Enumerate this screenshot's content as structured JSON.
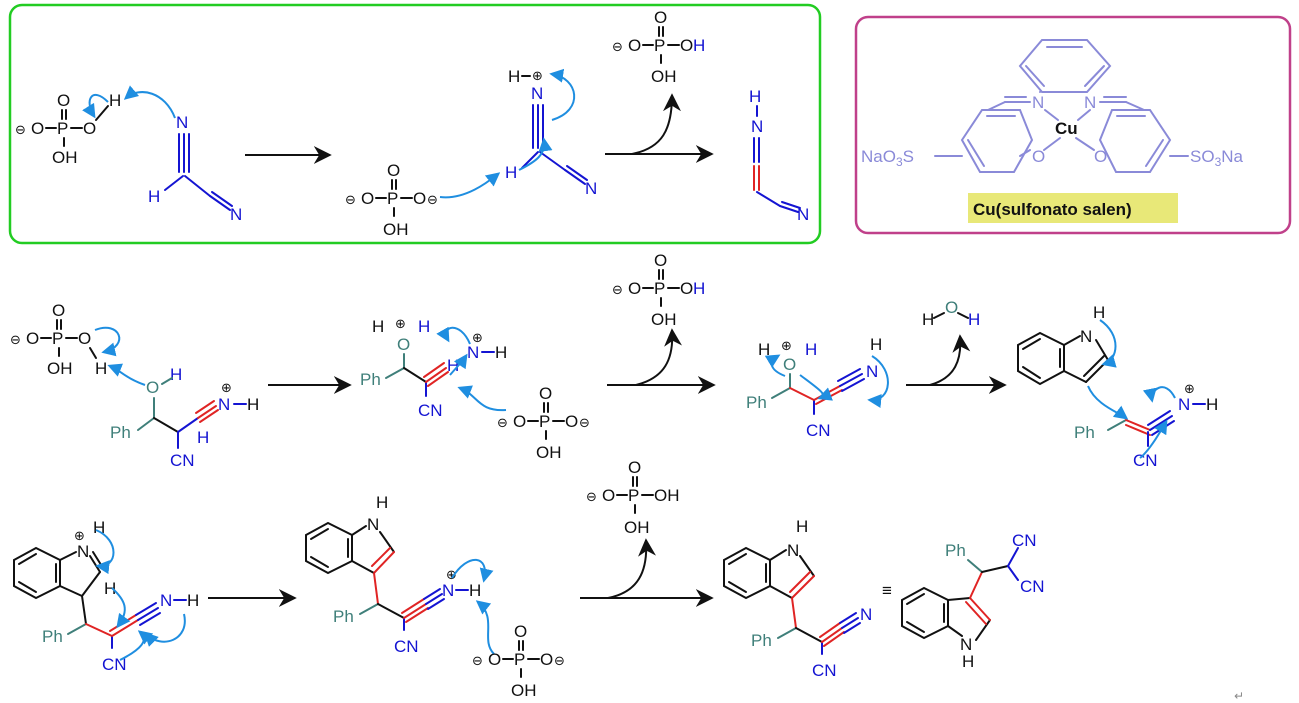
{
  "reagents": {
    "phosphate_minus": "O–P–OH",
    "O": "O",
    "OH": "OH",
    "P": "P",
    "H": "H",
    "N": "N",
    "CN": "CN",
    "Ph": "Ph",
    "water_H": "H",
    "water_O": "O"
  },
  "catalyst": {
    "label": "Cu(sulfonato salen)",
    "metal": "Cu",
    "left_group": "NaO3S",
    "right_group": "SO3Na"
  },
  "colors": {
    "green_box": "#22cc22",
    "magenta_box": "#c0408a",
    "label_bg": "#e8e878",
    "arrow_blue": "#1f8ee0",
    "bond_red": "#e02424",
    "text_blue": "#1414d2",
    "text_teal": "#3f7f7a",
    "salen_lavender": "#8a8ad8"
  },
  "symbols": {
    "equivalent": "≡",
    "return_mark": "↵"
  }
}
